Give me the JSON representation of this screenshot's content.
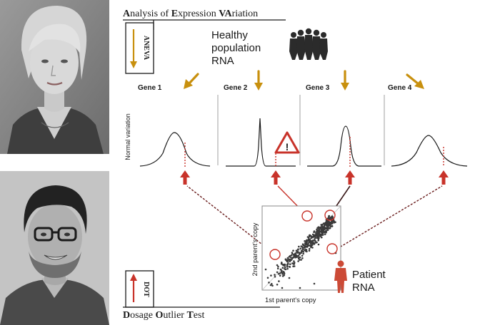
{
  "title": {
    "A": "A",
    "rest1": "nalysis of ",
    "E": "E",
    "rest2": "xpression ",
    "VA": "VA",
    "rest3": "riation"
  },
  "footer": {
    "D": "D",
    "rest1": "osage ",
    "O": "O",
    "rest2": "utlier ",
    "T": "T",
    "rest3": "est"
  },
  "aneva_box_label": "ANEVA",
  "dot_box_label": "DOT",
  "healthy_label": [
    "Healthy",
    "population",
    "RNA"
  ],
  "genes": [
    {
      "label": "Gene 1"
    },
    {
      "label": "Gene 2"
    },
    {
      "label": "Gene 3"
    },
    {
      "label": "Gene 4"
    }
  ],
  "y_axis_label": "Normal variation",
  "scatter": {
    "xlabel": "1st parent's copy",
    "ylabel": "2nd parent's copy"
  },
  "patient_label": [
    "Patient",
    "RNA"
  ],
  "warning_symbol": "!",
  "colors": {
    "accent_gold": "#c8900e",
    "accent_red": "#c8332a",
    "text": "#1a1a1a",
    "patient_icon": "#cc4a36",
    "crowd_icon": "#2b2b2b"
  },
  "icons": [
    "crowd-icon",
    "warning-triangle-icon",
    "patient-body-icon"
  ],
  "photos": [
    "portrait-woman-photo",
    "portrait-man-photo"
  ]
}
